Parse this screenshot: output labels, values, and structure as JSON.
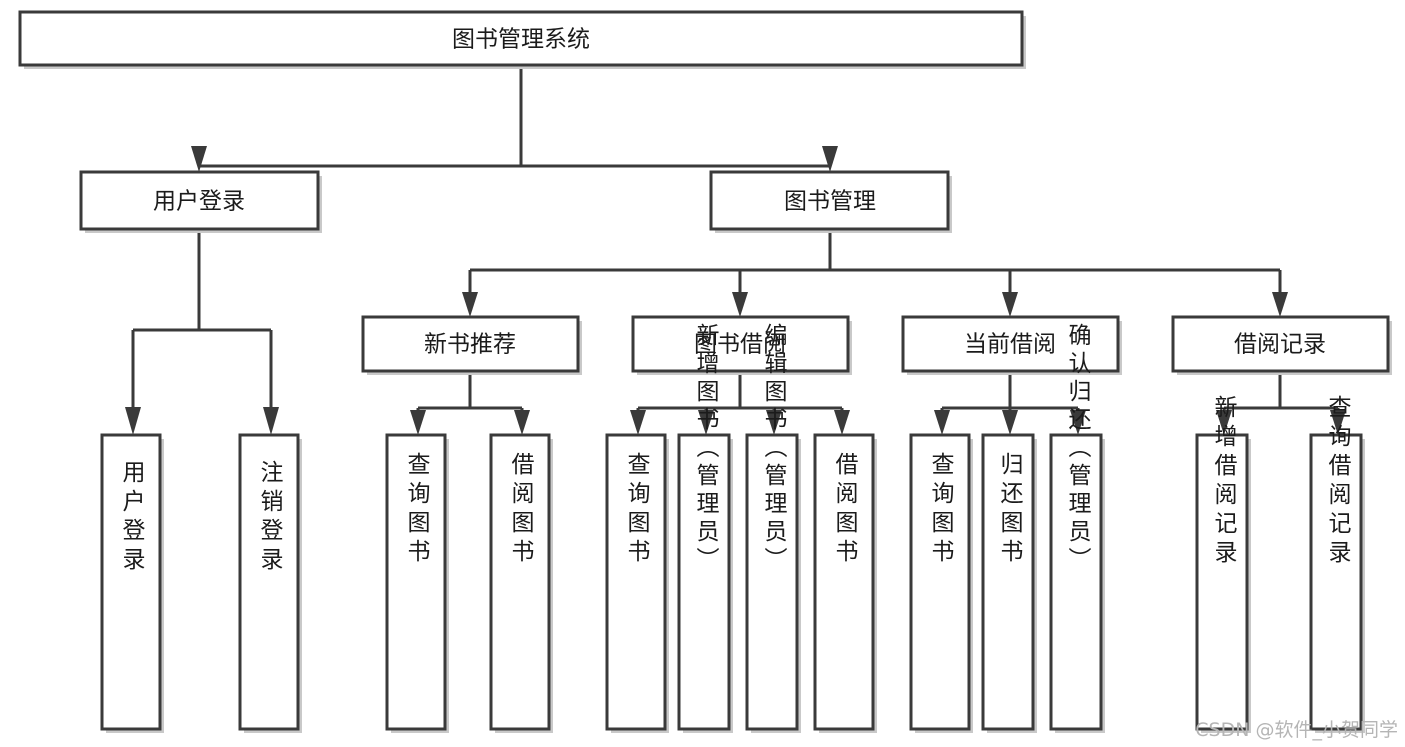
{
  "diagram": {
    "title": "图书管理系统",
    "type": "tree",
    "orientation": "top-down",
    "background_color": "#ffffff",
    "box_border_color": "#3a3a3a",
    "box_fill_color": "#ffffff",
    "connector_color": "#3a3a3a",
    "text_color": "#1b1b1b"
  },
  "nodes": {
    "root": {
      "id": "root",
      "label": "图书管理系统",
      "level": 0,
      "orientation": "horizontal"
    },
    "level1": [
      {
        "id": "user-login",
        "label": "用户登录",
        "level": 1,
        "orientation": "horizontal"
      },
      {
        "id": "book-management",
        "label": "图书管理",
        "level": 1,
        "orientation": "horizontal"
      }
    ],
    "level2": [
      {
        "id": "new-book-recommend",
        "label": "新书推荐",
        "level": 2,
        "orientation": "horizontal",
        "parent": "book-management"
      },
      {
        "id": "book-borrow",
        "label": "图书借阅",
        "level": 2,
        "orientation": "horizontal",
        "parent": "book-management"
      },
      {
        "id": "current-borrow",
        "label": "当前借阅",
        "level": 2,
        "orientation": "horizontal",
        "parent": "book-management"
      },
      {
        "id": "borrow-record",
        "label": "借阅记录",
        "level": 2,
        "orientation": "horizontal",
        "parent": "book-management"
      }
    ],
    "leaves": [
      {
        "id": "leaf-user-login",
        "label": "用户登录",
        "parent": "user-login",
        "orientation": "vertical"
      },
      {
        "id": "leaf-user-logout",
        "label": "注销登录",
        "parent": "user-login",
        "orientation": "vertical"
      },
      {
        "id": "leaf-query-book-1",
        "label": "查询图书",
        "parent": "new-book-recommend",
        "orientation": "vertical"
      },
      {
        "id": "leaf-borrow-book-1",
        "label": "借阅图书",
        "parent": "new-book-recommend",
        "orientation": "vertical"
      },
      {
        "id": "leaf-query-book-2",
        "label": "查询图书",
        "parent": "book-borrow",
        "orientation": "vertical"
      },
      {
        "id": "leaf-add-book",
        "label": "新增图书（管理员）",
        "parent": "book-borrow",
        "orientation": "vertical"
      },
      {
        "id": "leaf-edit-book",
        "label": "编辑图书（管理员）",
        "parent": "book-borrow",
        "orientation": "vertical"
      },
      {
        "id": "leaf-borrow-book-2",
        "label": "借阅图书",
        "parent": "book-borrow",
        "orientation": "vertical"
      },
      {
        "id": "leaf-query-book-3",
        "label": "查询图书",
        "parent": "current-borrow",
        "orientation": "vertical"
      },
      {
        "id": "leaf-return-book",
        "label": "归还图书",
        "parent": "current-borrow",
        "orientation": "vertical"
      },
      {
        "id": "leaf-confirm-return",
        "label": "确认归还（管理员）",
        "parent": "current-borrow",
        "orientation": "vertical"
      },
      {
        "id": "leaf-add-record",
        "label": "新增借阅记录",
        "parent": "borrow-record",
        "orientation": "vertical"
      },
      {
        "id": "leaf-query-record",
        "label": "查询借阅记录",
        "parent": "borrow-record",
        "orientation": "vertical"
      }
    ]
  },
  "watermark": {
    "text": "CSDN @软件_小贺同学",
    "color": "#b5b5b5"
  }
}
